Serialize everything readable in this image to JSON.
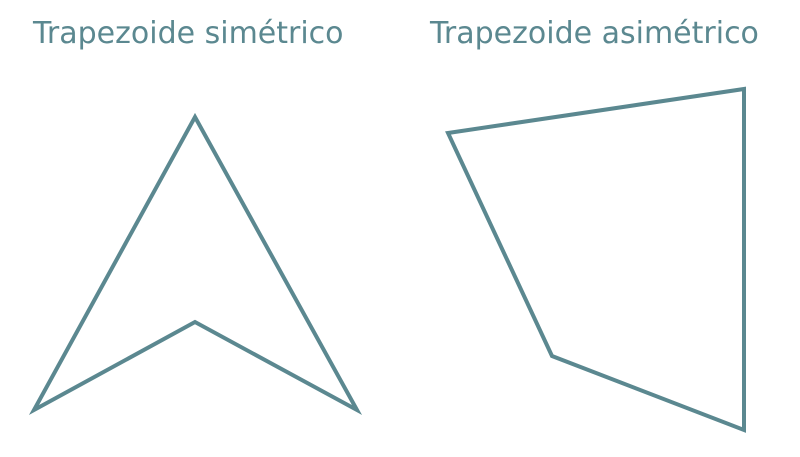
{
  "figures": [
    {
      "title": "Trapezoide simétrico",
      "shape": "dart-concave-kite"
    },
    {
      "title": "Trapezoide asimétrico",
      "shape": "irregular-quadrilateral"
    }
  ],
  "colors": {
    "stroke": "#5b8890",
    "text": "#5b8890",
    "background": "#ffffff"
  }
}
